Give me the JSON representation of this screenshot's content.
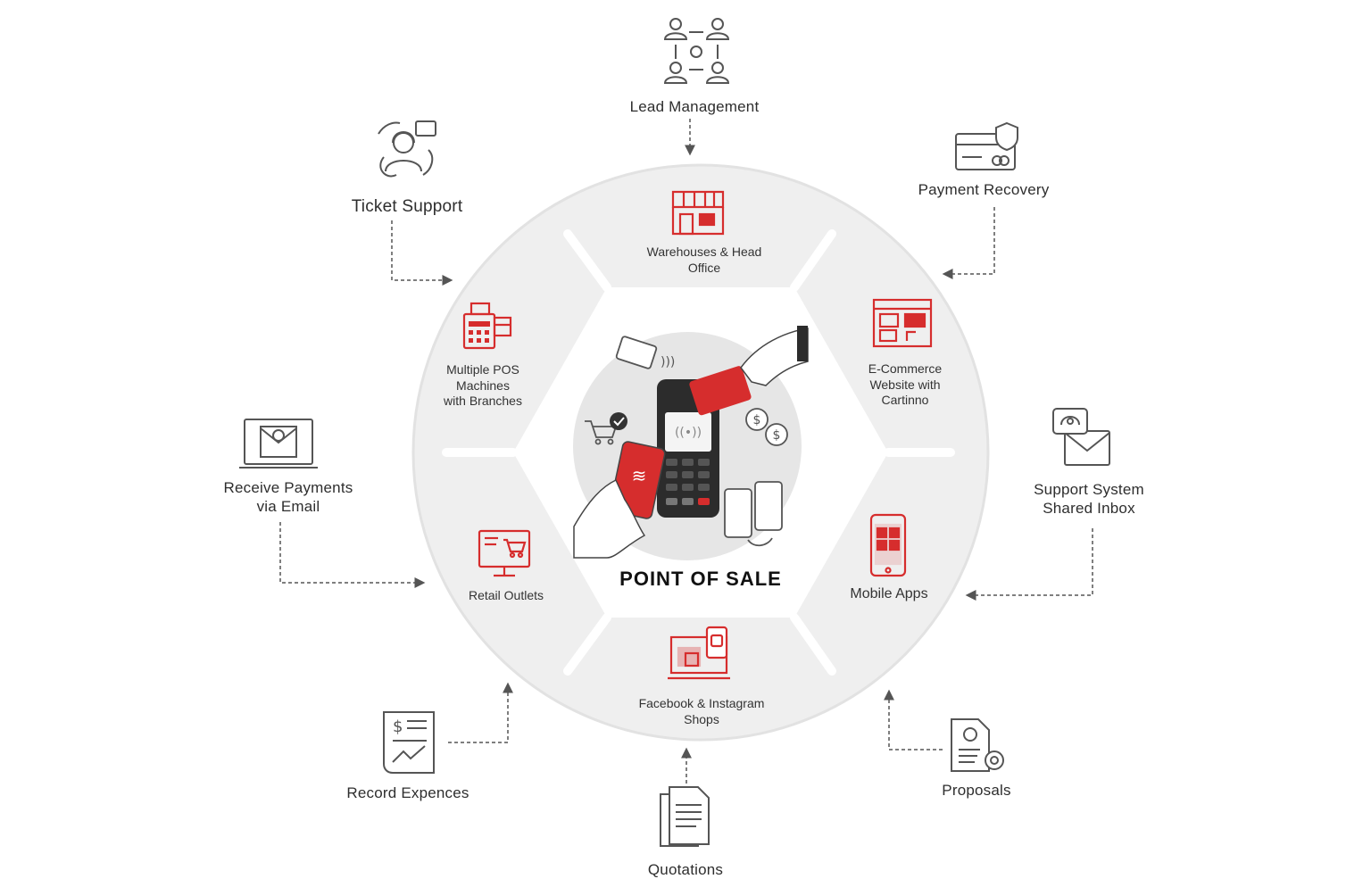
{
  "center": {
    "title": "POINT OF SALE"
  },
  "segments": {
    "top": {
      "line1": "Warehouses & Head",
      "line2": "Office"
    },
    "top_right": {
      "line1": "E-Commerce",
      "line2": "Website with",
      "line3": "Cartinno"
    },
    "bottom_right": {
      "line1": "Mobile Apps"
    },
    "bottom": {
      "line1": "Facebook & Instagram",
      "line2": "Shops"
    },
    "bottom_left": {
      "line1": "Retail Outlets"
    },
    "top_left": {
      "line1": "Multiple POS",
      "line2": "Machines",
      "line3": "with Branches"
    }
  },
  "satellites": {
    "lead_management": {
      "label": "Lead Management"
    },
    "payment_recovery": {
      "label": "Payment Recovery"
    },
    "support_inbox": {
      "line1": "Support System",
      "line2": "Shared Inbox"
    },
    "proposals": {
      "label": "Proposals"
    },
    "quotations": {
      "label": "Quotations"
    },
    "record_expences": {
      "label": "Record Expences"
    },
    "receive_payments": {
      "line1": "Receive Payments",
      "line2": "via Email"
    },
    "ticket_support": {
      "label": "Ticket Support"
    }
  },
  "colors": {
    "accent": "#d62d2d",
    "ring": "#efefef",
    "icon_gray": "#555555"
  }
}
